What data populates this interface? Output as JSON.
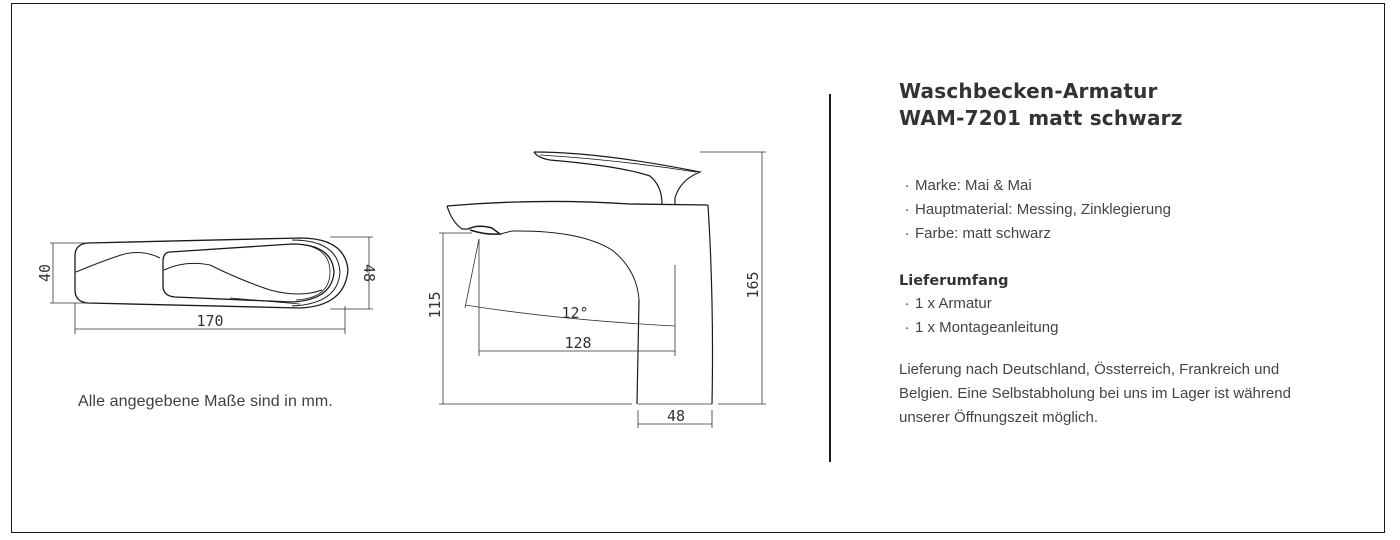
{
  "product": {
    "title_line1": "Waschbecken-Armatur",
    "title_line2": "WAM-7201 matt schwarz",
    "specs": [
      {
        "bullet": "·",
        "text": "Marke: Mai & Mai"
      },
      {
        "bullet": "·",
        "text": "Hauptmaterial: Messing, Zinklegierung"
      },
      {
        "bullet": "·",
        "text": "Farbe: matt schwarz"
      }
    ],
    "scope_heading": "Lieferumfang",
    "scope_items": [
      {
        "bullet": "·",
        "text": "1 x Armatur"
      },
      {
        "bullet": "·",
        "text": "1 x Montageanleitung"
      }
    ],
    "delivery_text": "Lieferung nach Deutschland, Össterreich, Frankreich und Belgien. Eine Selbstabholung bei uns im Lager ist während unserer Öffnungszeit möglich."
  },
  "drawing": {
    "note": "Alle angegebene Maße sind in mm.",
    "top_view": {
      "width_label": "170",
      "left_height_label": "40",
      "right_height_label": "48"
    },
    "side_view": {
      "spout_height_label": "115",
      "total_height_label": "165",
      "angle_label": "12°",
      "reach_label": "128",
      "base_width_label": "48"
    }
  }
}
